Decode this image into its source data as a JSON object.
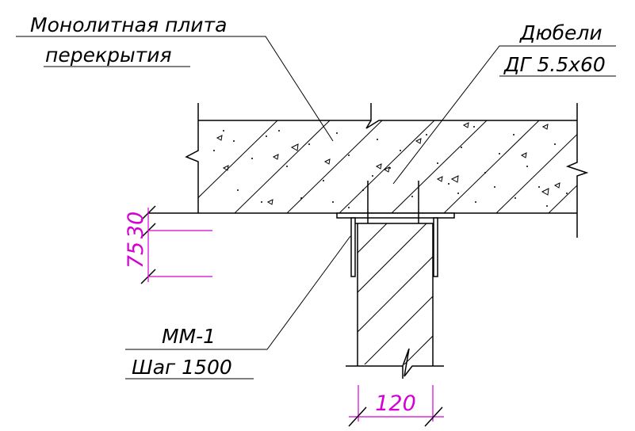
{
  "callouts": {
    "slab_line1": "Монолитная плита",
    "slab_line2": "перекрытия",
    "dowel_line1": "Дюбели",
    "dowel_line2": "ДГ 5.5х60",
    "bracket_line1": "ММ-1",
    "bracket_line2": "Шаг 1500"
  },
  "dimensions": {
    "upper": "30",
    "lower": "75",
    "wall_width": "120"
  },
  "colors": {
    "line": "#000000",
    "dimension": "#d400d4"
  }
}
